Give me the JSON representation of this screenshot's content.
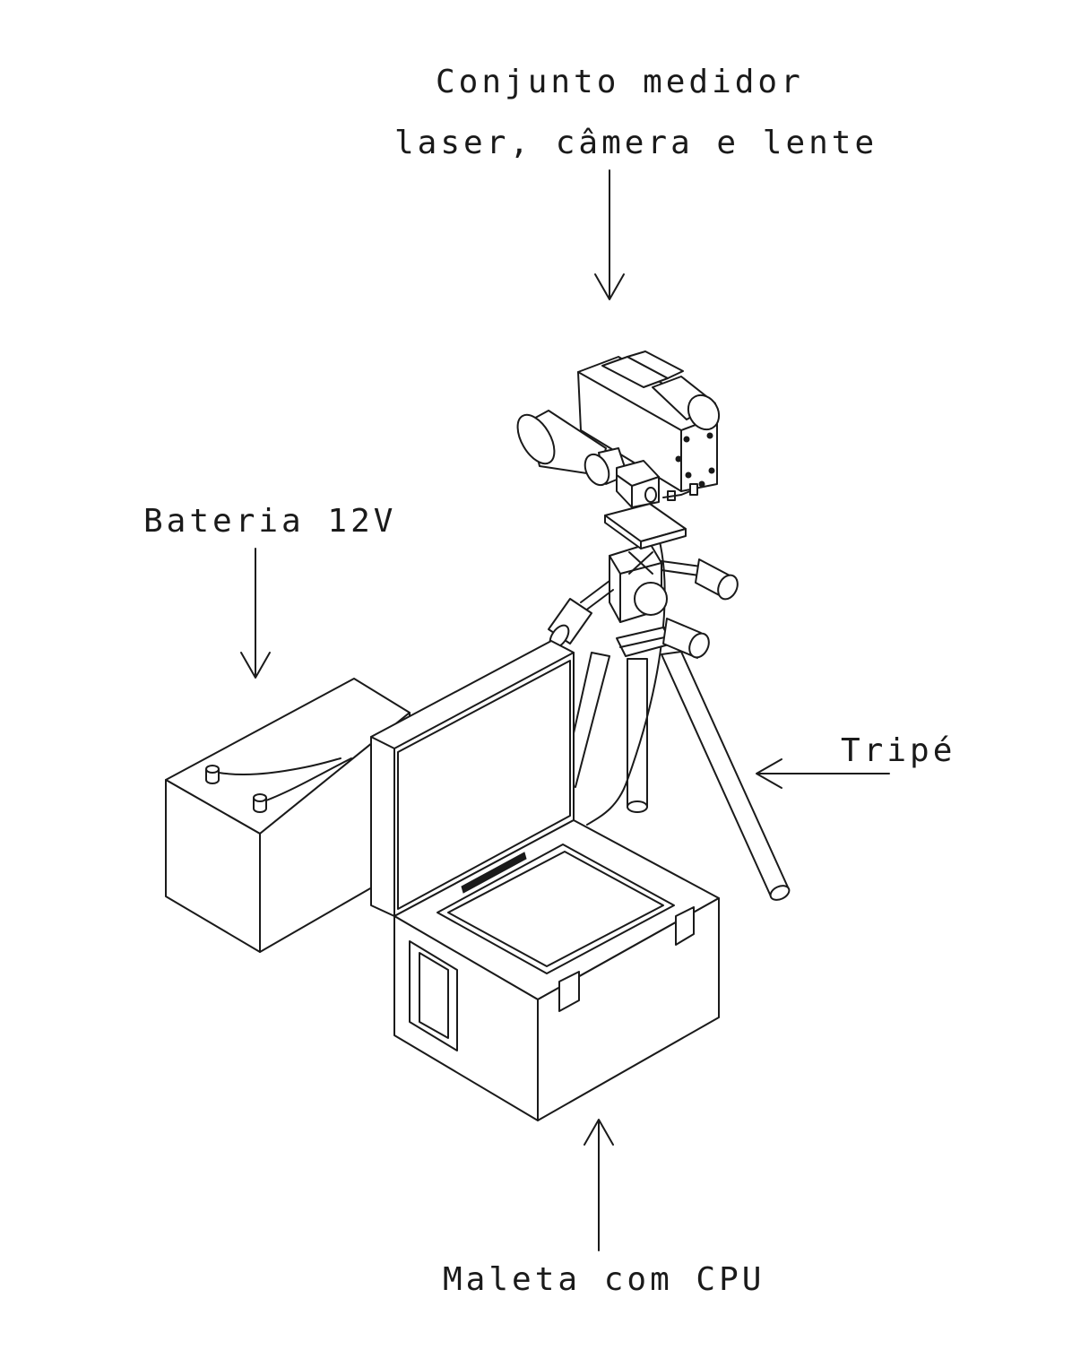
{
  "labels": {
    "sensor_line1": "Conjunto medidor",
    "sensor_line2": "laser, câmera e lente",
    "battery": "Bateria 12V",
    "tripod": "Tripé",
    "case": "Maleta com CPU"
  },
  "colors": {
    "ink": "#1a1a1a",
    "paper": "#ffffff"
  }
}
